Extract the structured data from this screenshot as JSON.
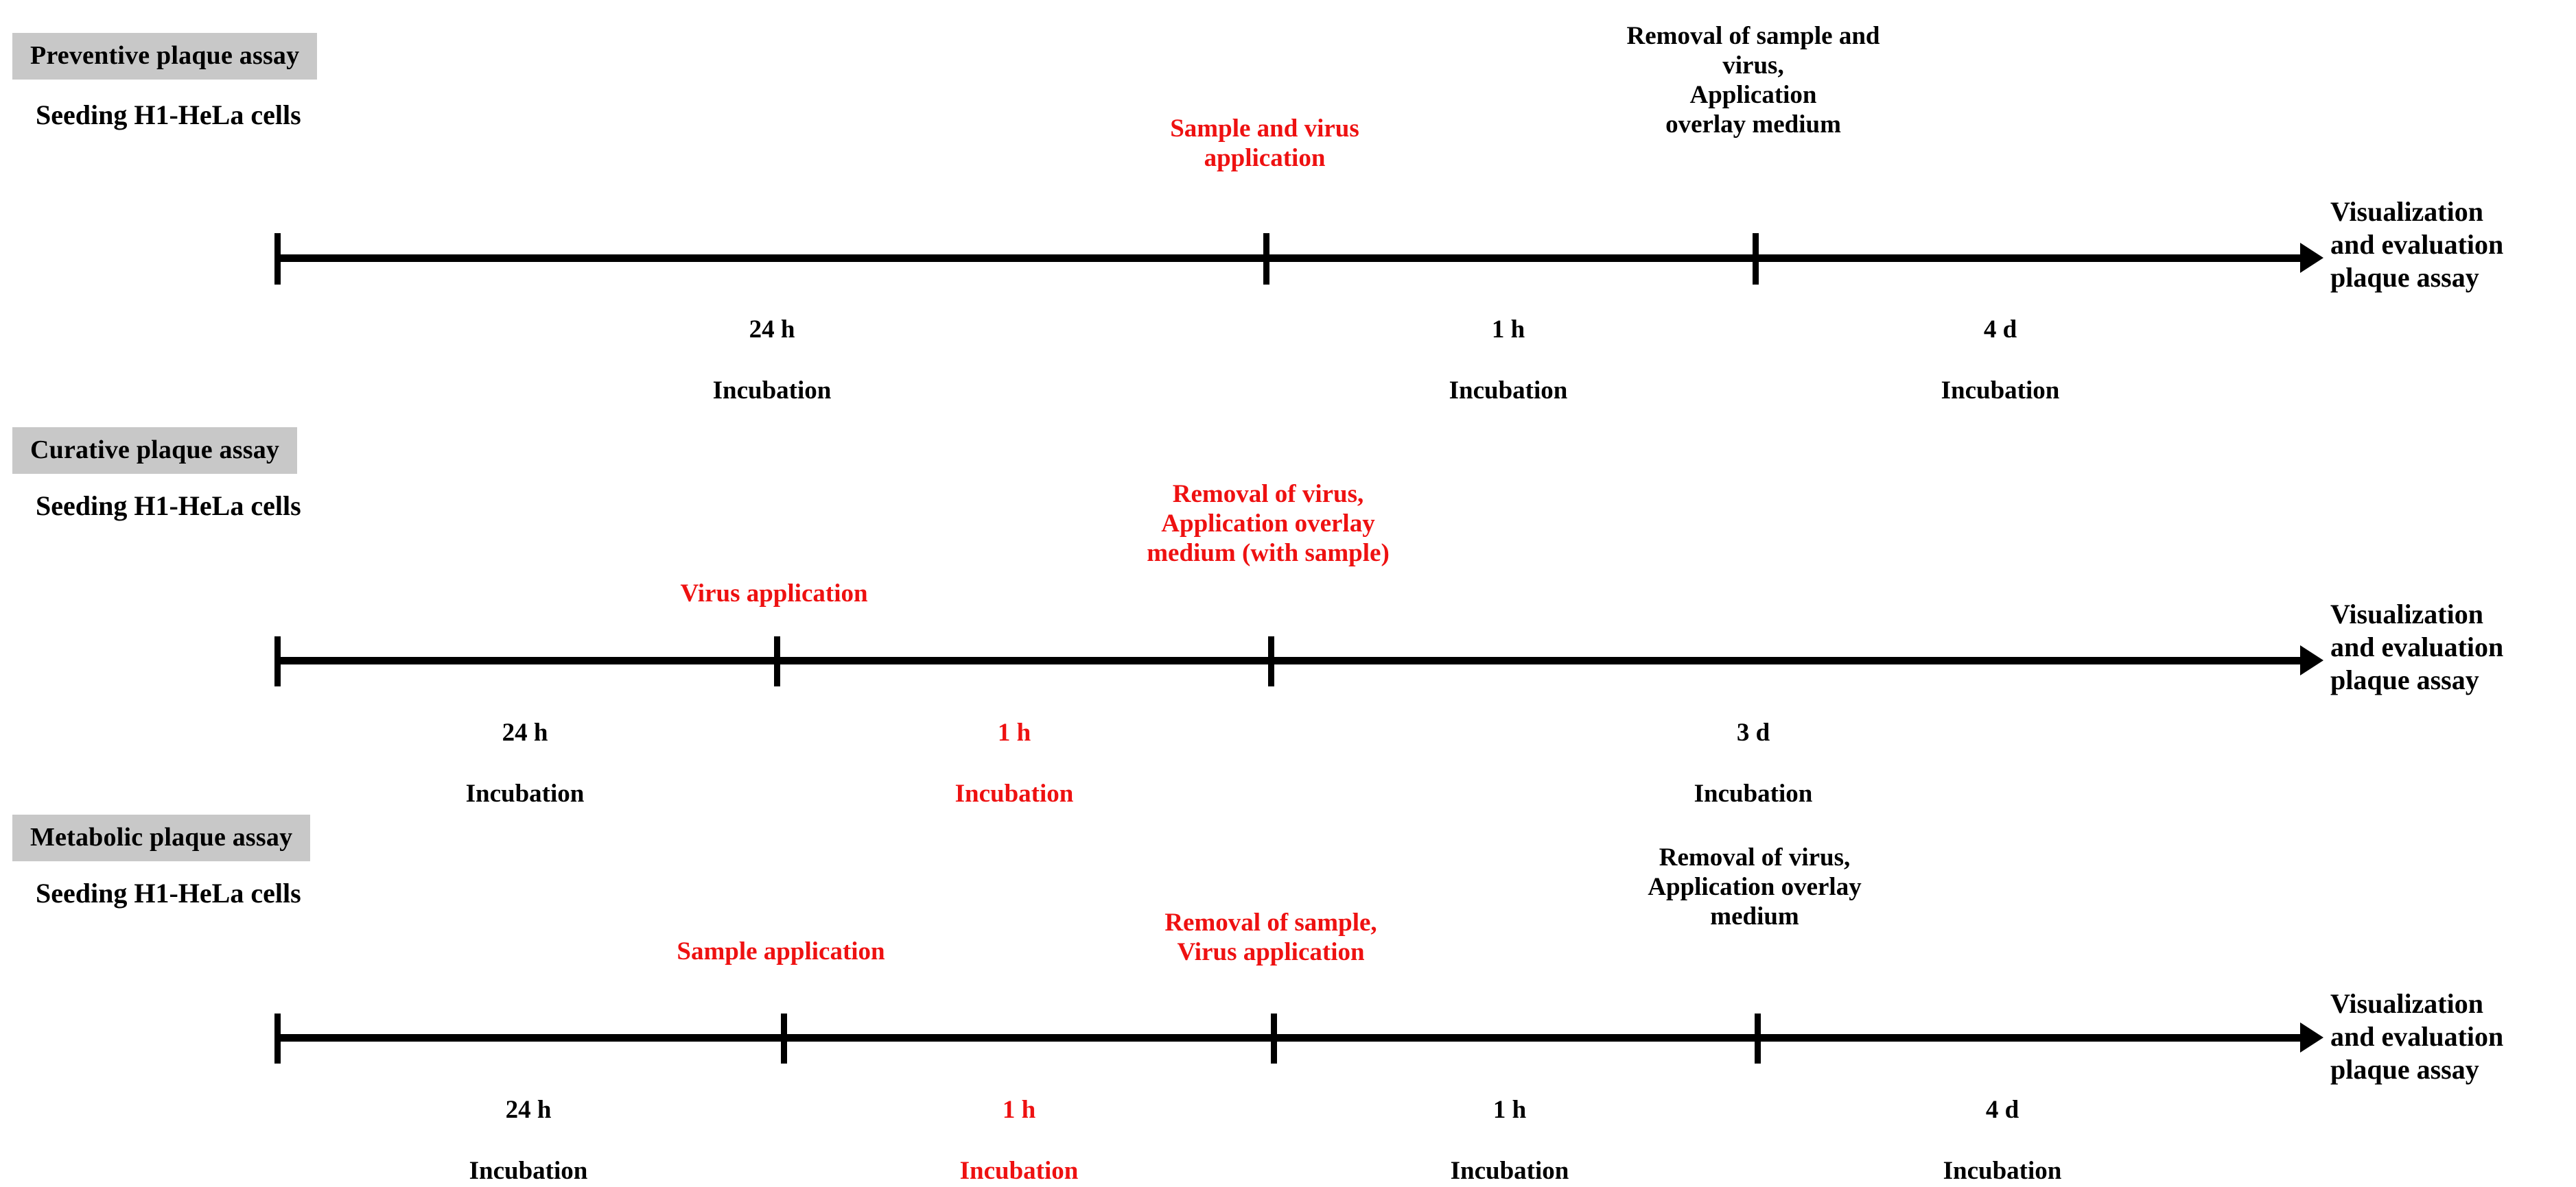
{
  "figure": {
    "kind": "three-panel experimental timeline diagram",
    "background_color": "#ffffff",
    "title_chip_color": "#c8c8c8",
    "accent_color": "#ee1111",
    "line_color": "#000000"
  },
  "rows": [
    {
      "id": "preventive",
      "title": "Preventive plaque assay",
      "seeding": "Seeding H1-HeLa cells",
      "outcome": "Visualization\nand evaluation\nplaque assay",
      "events": [
        {
          "text": "Sample and virus\napplication",
          "color": "red"
        },
        {
          "text": "Removal of sample and\nvirus,\nApplication\noverlay medium",
          "color": "black"
        }
      ],
      "intervals": [
        {
          "duration": "24 h",
          "action": "Incubation",
          "color": "black"
        },
        {
          "duration": "1 h",
          "action": "Incubation",
          "color": "black"
        },
        {
          "duration": "4 d",
          "action": "Incubation",
          "color": "black"
        }
      ]
    },
    {
      "id": "curative",
      "title": "Curative plaque assay",
      "seeding": "Seeding H1-HeLa cells",
      "outcome": "Visualization\nand evaluation\nplaque assay",
      "events": [
        {
          "text": "Virus application",
          "color": "red"
        },
        {
          "text": "Removal of virus,\nApplication overlay\nmedium (with sample)",
          "color": "red"
        }
      ],
      "intervals": [
        {
          "duration": "24 h",
          "action": "Incubation",
          "color": "black"
        },
        {
          "duration": "1 h",
          "action": "Incubation",
          "color": "red"
        },
        {
          "duration": "3 d",
          "action": "Incubation",
          "color": "black"
        }
      ]
    },
    {
      "id": "metabolic",
      "title": "Metabolic plaque assay",
      "seeding": "Seeding H1-HeLa cells",
      "outcome": "Visualization\nand evaluation\nplaque assay",
      "events": [
        {
          "text": "Sample application",
          "color": "red"
        },
        {
          "text": "Removal of sample,\nVirus application",
          "color": "red"
        },
        {
          "text": "Removal of virus,\nApplication overlay\nmedium",
          "color": "black"
        }
      ],
      "intervals": [
        {
          "duration": "24 h",
          "action": "Incubation",
          "color": "black"
        },
        {
          "duration": "1 h",
          "action": "Incubation",
          "color": "red"
        },
        {
          "duration": "1 h",
          "action": "Incubation",
          "color": "black"
        },
        {
          "duration": "4 d",
          "action": "Incubation",
          "color": "black"
        }
      ]
    }
  ]
}
